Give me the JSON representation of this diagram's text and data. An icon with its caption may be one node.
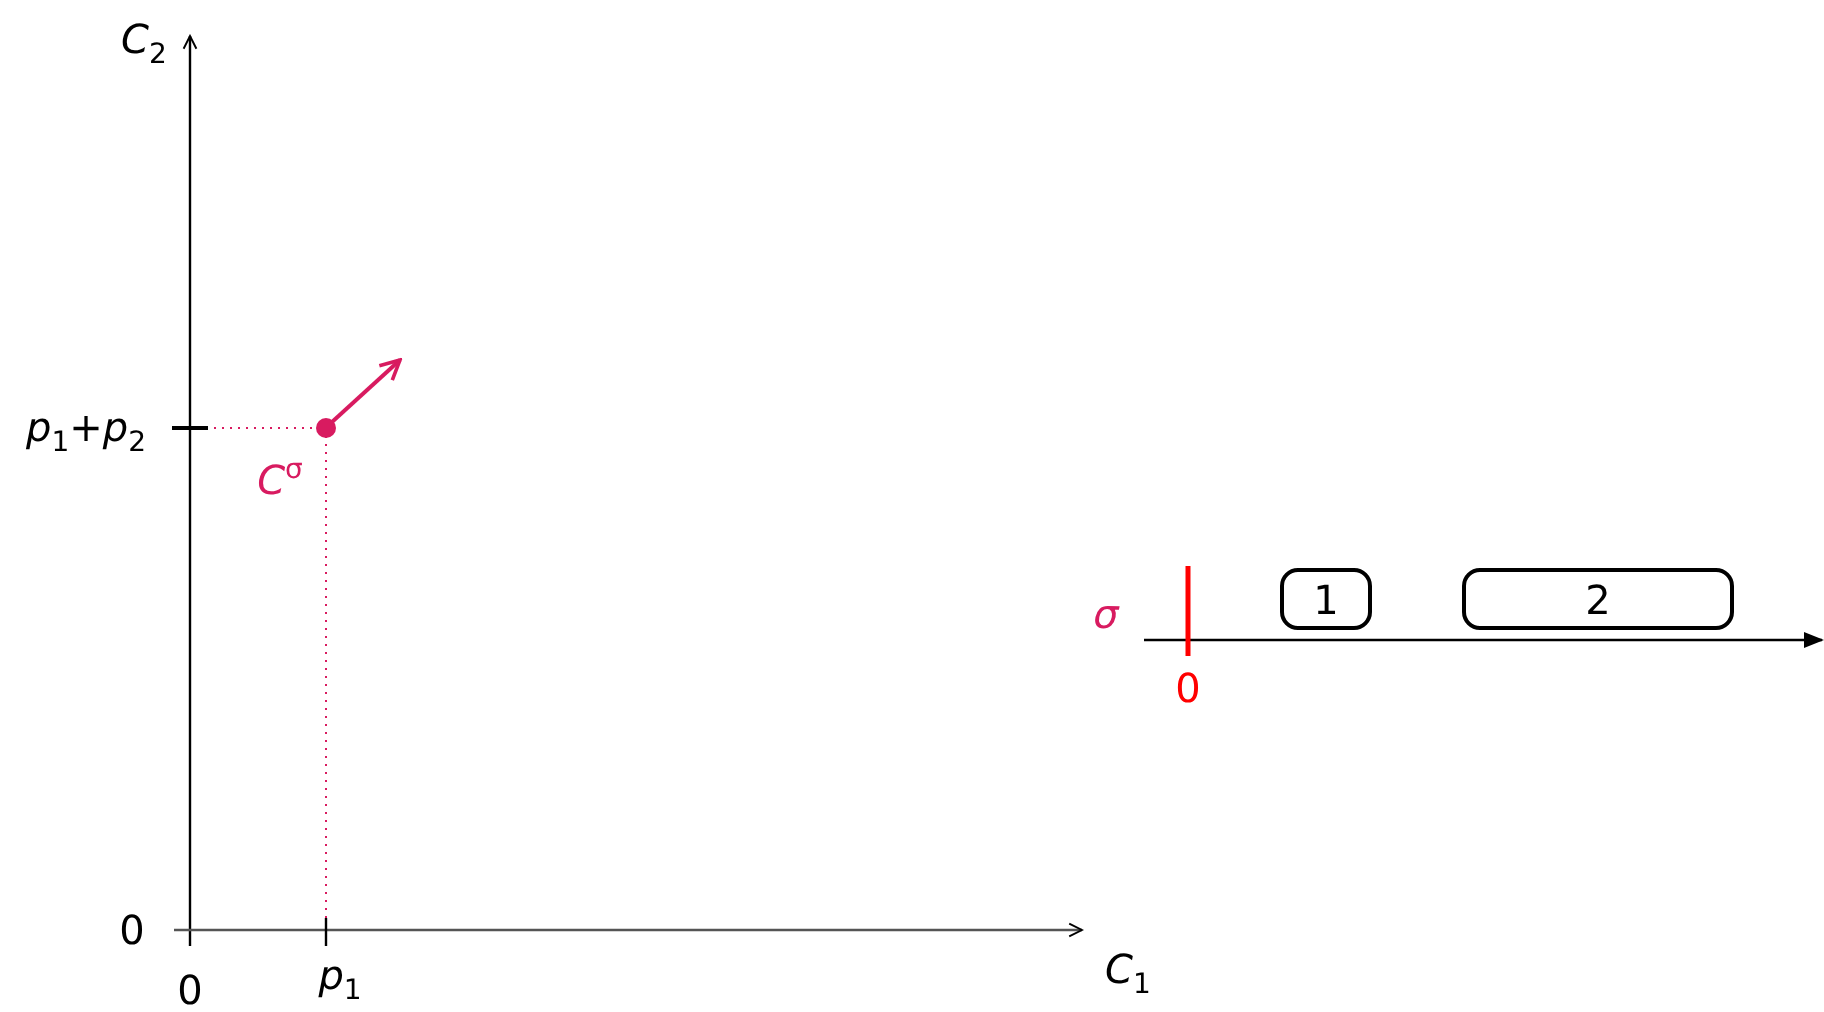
{
  "diagram": {
    "nodes": [
      {
        "text": [
          "1"
        ]
      },
      {
        "text": [
          "2"
        ]
      }
    ],
    "labels": [
      "*C*$_{2}$",
      "*p*$_{1}$+*p*$_{2}$",
      "*C*$^{σ}$",
      "σ",
      "0",
      "0",
      "*C*$_{1}$",
      "*p*$_{1}$",
      "0"
    ]
  }
}
